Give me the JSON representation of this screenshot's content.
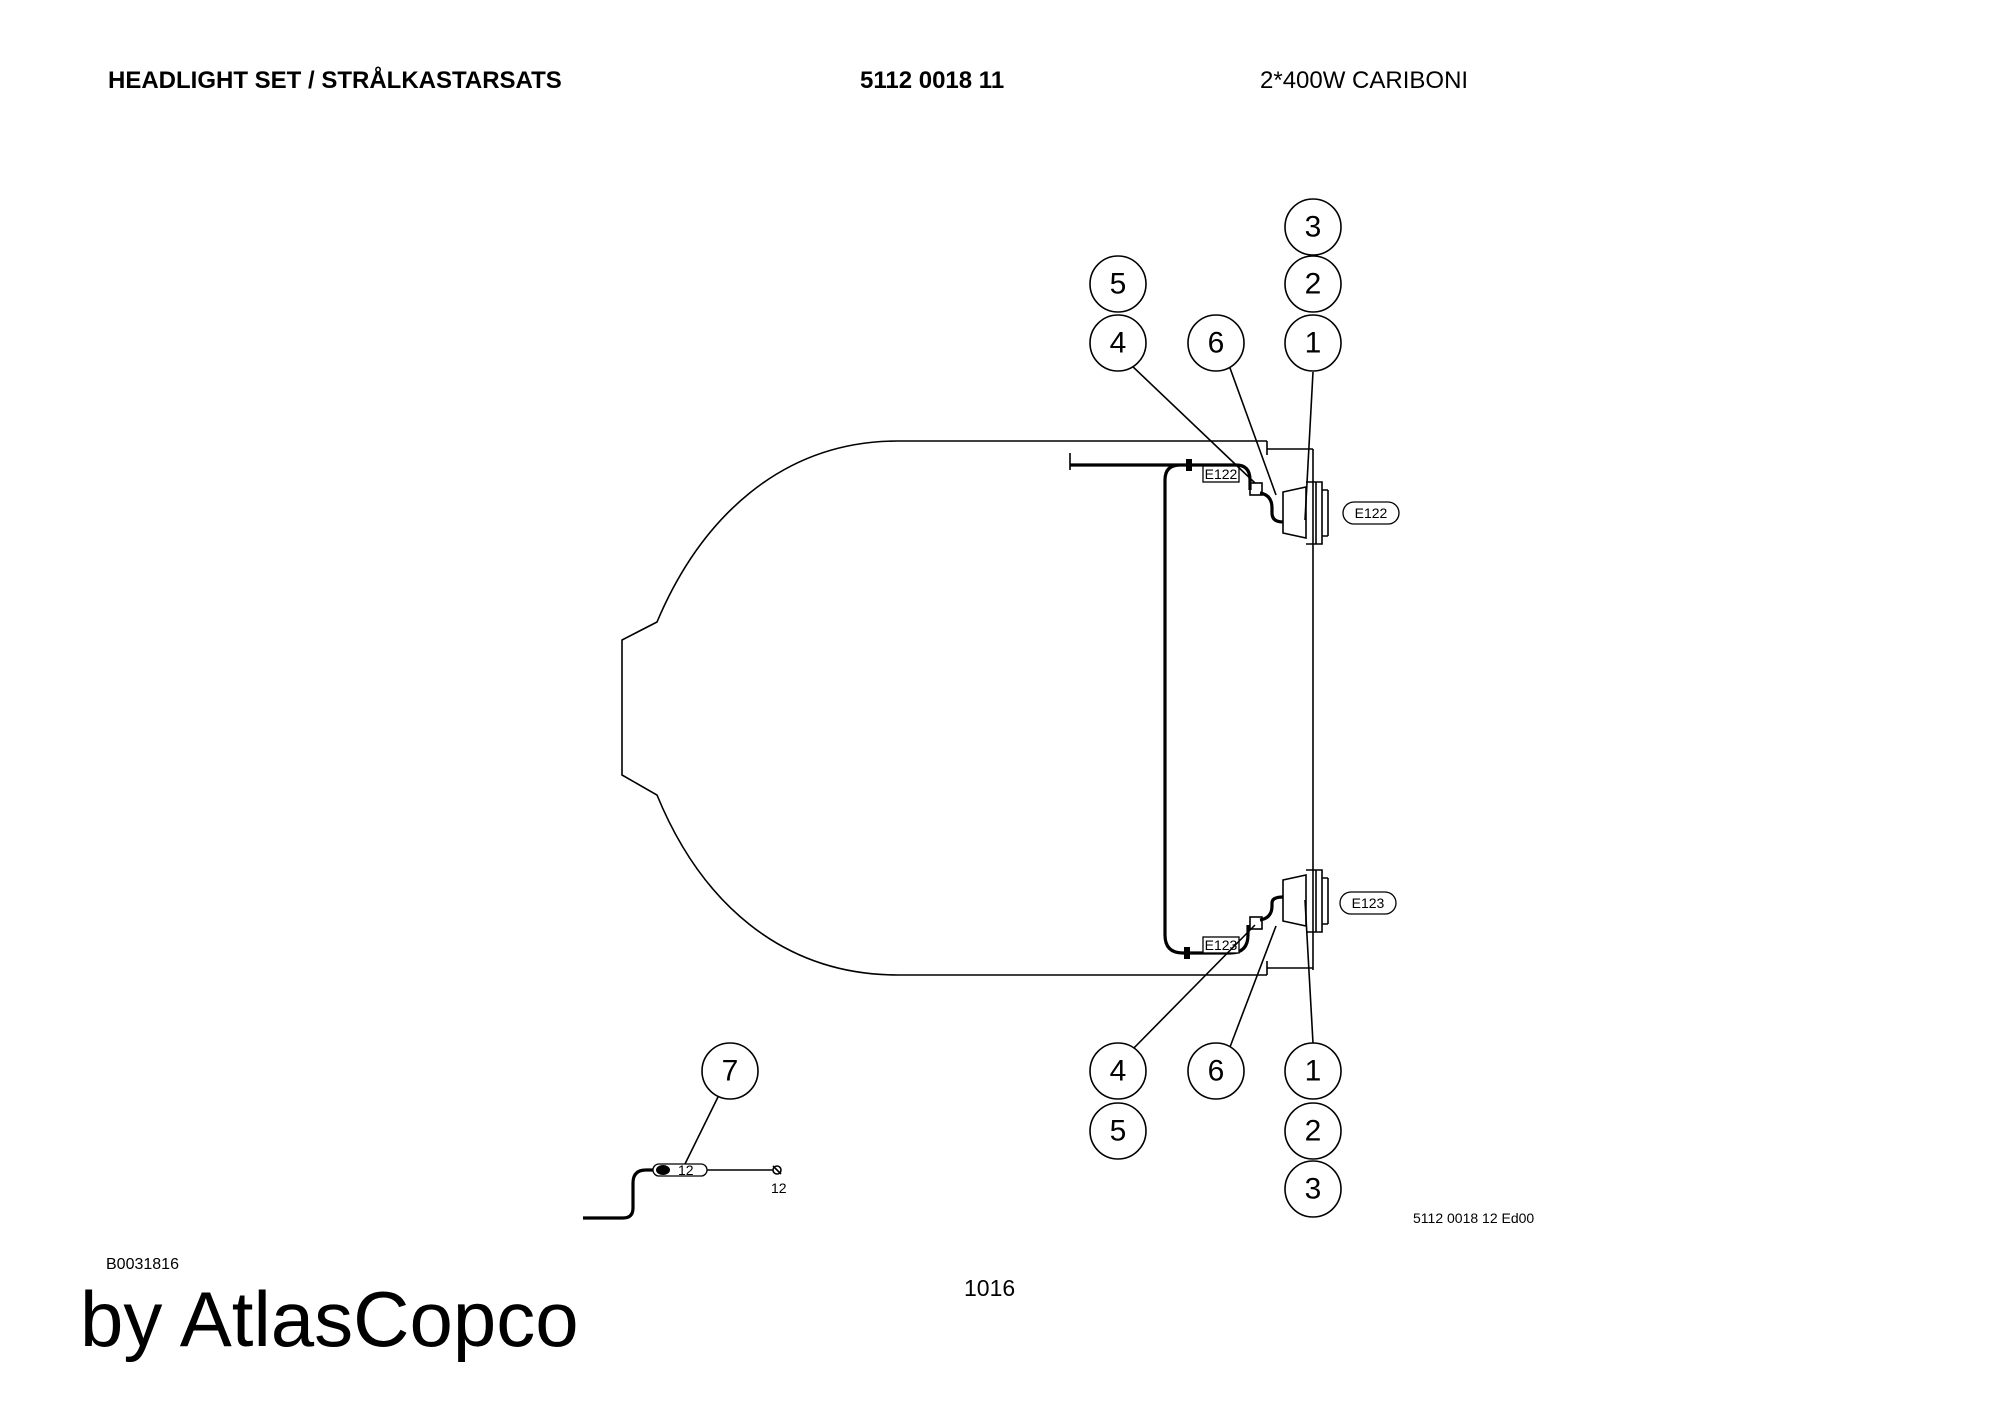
{
  "header": {
    "title": "HEADLIGHT SET / STRÅLKASTARSATS",
    "part_number": "5112 0018 11",
    "model": "2*400W CARIBONI"
  },
  "footer": {
    "reference": "B0031816",
    "page": "1016",
    "brand": "by AtlasCopco",
    "drawing_id": "5112 0018 12 Ed00"
  },
  "labels": {
    "e122": "E122",
    "e123": "E123",
    "connector": "12"
  },
  "callouts": {
    "top": [
      "1",
      "2",
      "3",
      "4",
      "5",
      "6"
    ],
    "bottom": [
      "1",
      "2",
      "3",
      "4",
      "5",
      "6"
    ],
    "accessory": "7"
  }
}
